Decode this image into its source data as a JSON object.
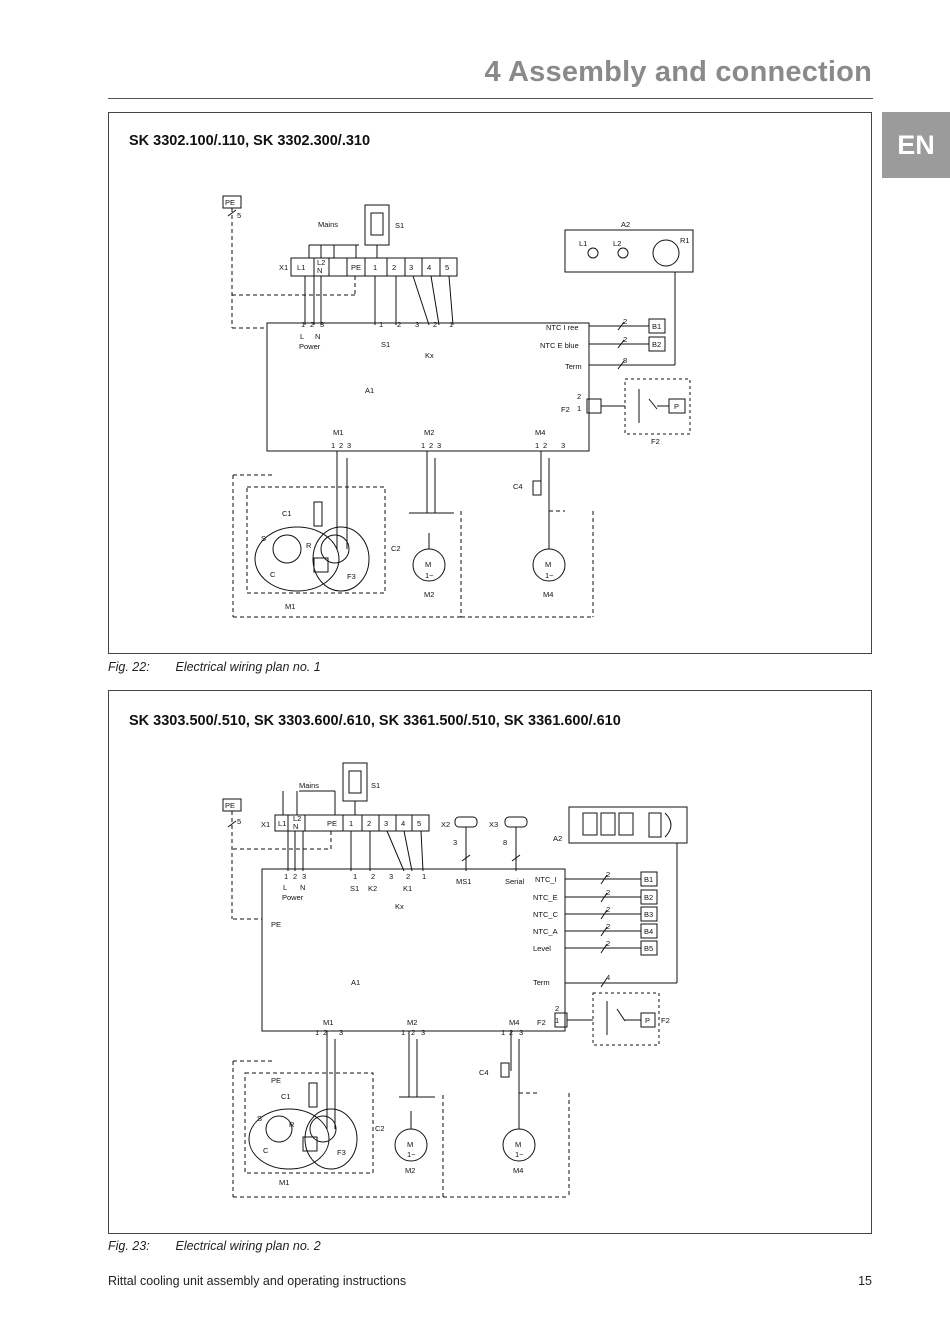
{
  "header": {
    "title": "4 Assembly and connection",
    "lang_tab": "EN"
  },
  "figures": [
    {
      "title": "SK 3302.100/.110, SK 3302.300/.310",
      "caption_label": "Fig. 22:",
      "caption_text": "Electrical wiring plan no. 1",
      "labels": {
        "pe": "PE",
        "pe_num": "5",
        "mains": "Mains",
        "s1": "S1",
        "x1": "X1",
        "terms": [
          "L1",
          "L2",
          "N",
          "PE",
          "1",
          "2",
          "3",
          "4",
          "5"
        ],
        "a2": "A2",
        "r1": "R1",
        "l1": "L1",
        "l2": "L2",
        "lnum1": "1",
        "lnum2": "2",
        "lnum3": "3",
        "L": "L",
        "N": "N",
        "power": "Power",
        "k1": "1",
        "k2": "2",
        "k3": "3",
        "k4": "2",
        "k5": "1",
        "kx": "Kx",
        "ntc1": "NTC I ree",
        "ntc2": "NTC E blue",
        "term": "Term",
        "w2a": "2",
        "w2b": "2",
        "w8": "8",
        "b1": "B1",
        "b2": "B2",
        "a1": "A1",
        "f2": "F2",
        "f2b": "F2",
        "p": "P",
        "f2n1": "2",
        "f2n2": "1",
        "m1": "M1",
        "m2": "M2",
        "m4": "M4",
        "n1": "1",
        "n2": "2",
        "n3": "3",
        "c1": "C1",
        "c2": "C2",
        "c4": "C4",
        "s": "S",
        "r": "R",
        "c": "C",
        "f3": "F3",
        "motor_m": "M",
        "motor_phase": "1~"
      }
    },
    {
      "title": "SK 3303.500/.510, SK 3303.600/.610, SK 3361.500/.510, SK 3361.600/.610",
      "caption_label": "Fig. 23:",
      "caption_text": "Electrical wiring plan no. 2",
      "labels": {
        "pe": "PE",
        "pe_num": "5",
        "mains": "Mains",
        "s1": "S1",
        "x1": "X1",
        "terms": [
          "L1",
          "L2",
          "N",
          "PE",
          "1",
          "2",
          "3",
          "4",
          "5"
        ],
        "x2": "X2",
        "x3": "X3",
        "a2": "A2",
        "n3": "3",
        "n8": "8",
        "ms1": "MS1",
        "serial": "Serial",
        "L": "L",
        "N": "N",
        "power": "Power",
        "lnum1": "1",
        "lnum2": "2",
        "lnum3": "3",
        "s1b": "S1",
        "k2": "K2",
        "k1": "K1",
        "kx": "Kx",
        "kn1": "1",
        "kn2": "2",
        "kn3": "3",
        "kn4": "2",
        "kn5": "1",
        "ntc": [
          "NTC_I",
          "NTC_E",
          "NTC_C",
          "NTC_A",
          "Level"
        ],
        "b": [
          "B1",
          "B2",
          "B3",
          "B4",
          "B5"
        ],
        "w2": "2",
        "w4": "4",
        "term": "Term",
        "pe2": "PE",
        "pe3": "PE",
        "a1": "A1",
        "f2": "F2",
        "f2b": "F2",
        "p": "P",
        "f2n1": "2",
        "f2n2": "1",
        "m1": "M1",
        "m2": "M2",
        "m4": "M4",
        "n1": "1",
        "n2": "2",
        "nn3": "3",
        "c1": "C1",
        "c2": "C2",
        "c4": "C4",
        "s": "S",
        "r": "R",
        "c": "C",
        "f3": "F3",
        "motor_m": "M",
        "motor_phase": "1~"
      }
    }
  ],
  "footer": {
    "text": "Rittal cooling unit assembly and operating instructions",
    "page": "15"
  }
}
